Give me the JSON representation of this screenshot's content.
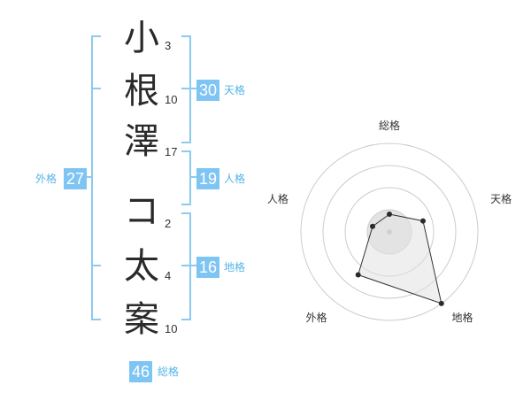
{
  "name_chars": [
    {
      "char": "小",
      "strokes": "3"
    },
    {
      "char": "根",
      "strokes": "10"
    },
    {
      "char": "澤",
      "strokes": "17"
    },
    {
      "char": "コ",
      "strokes": "2"
    },
    {
      "char": "太",
      "strokes": "4"
    },
    {
      "char": "案",
      "strokes": "10"
    }
  ],
  "fortunes": {
    "tenkaku": {
      "value": "30",
      "label": "天格"
    },
    "jinkaku": {
      "value": "19",
      "label": "人格"
    },
    "chikaku": {
      "value": "16",
      "label": "地格"
    },
    "gaikaku": {
      "value": "27",
      "label": "外格"
    },
    "soukaku": {
      "value": "46",
      "label": "総格"
    }
  },
  "chart_data": {
    "type": "radar",
    "axes": [
      "総格",
      "天格",
      "地格",
      "外格",
      "人格"
    ],
    "values": [
      1,
      2,
      5,
      3,
      1
    ],
    "rmax": 5,
    "rings": 4
  },
  "colors": {
    "accent": "#7fc5f3",
    "bracket": "#8ccaf0",
    "label": "#55b4e8"
  }
}
